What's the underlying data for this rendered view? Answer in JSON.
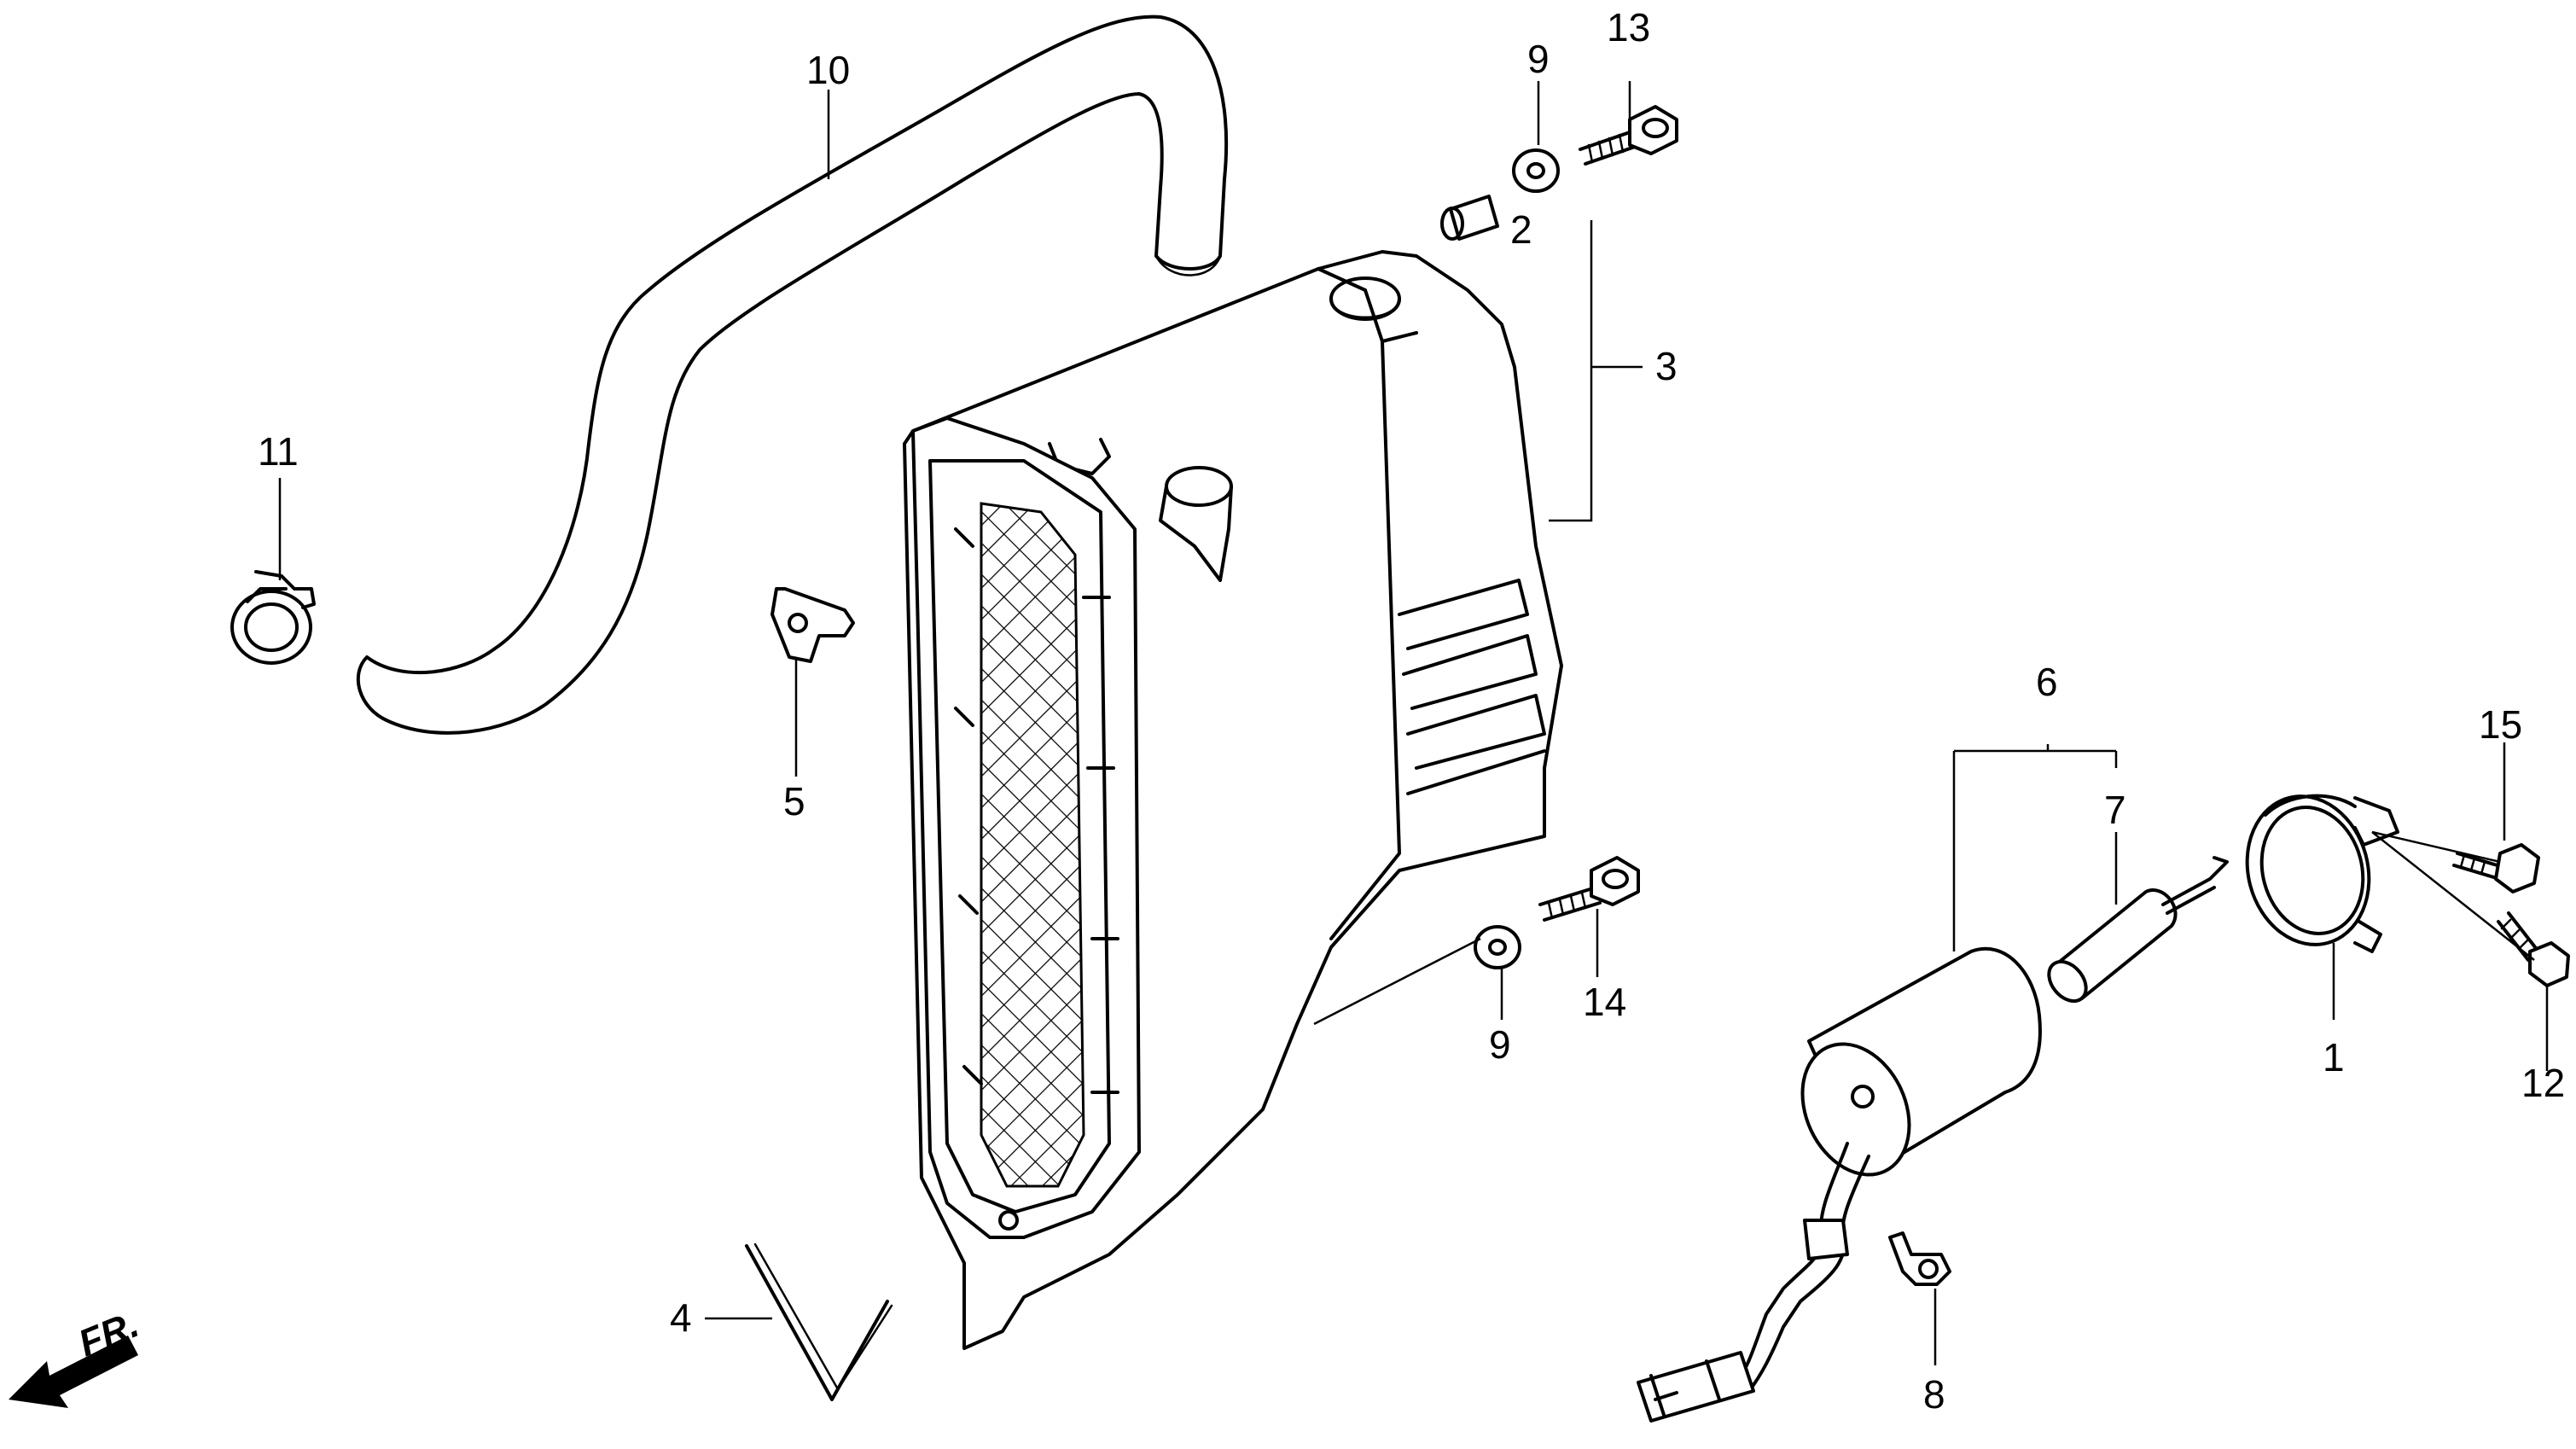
{
  "callouts": {
    "c1": "1",
    "c2": "2",
    "c3": "3",
    "c4": "4",
    "c5": "5",
    "c6": "6",
    "c7": "7",
    "c8": "8",
    "c9a": "9",
    "c9b": "9",
    "c10": "10",
    "c11": "11",
    "c12": "12",
    "c13": "13",
    "c14": "14",
    "c15": "15"
  },
  "front_indicator": {
    "label": "FR."
  }
}
